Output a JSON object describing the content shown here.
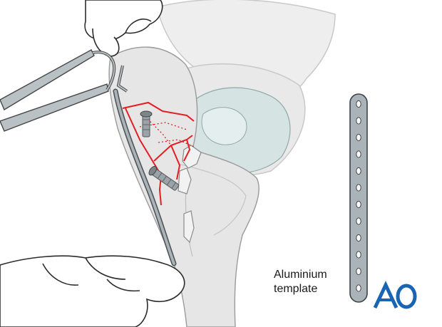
{
  "labels": {
    "template_line1": "Aluminium",
    "template_line2": "template"
  },
  "logo": {
    "text": "AO",
    "color": "#1a64b4"
  },
  "colors": {
    "fracture_lines": "#e31e24",
    "bone_fill": "#e6e6e6",
    "plate_fill": "#aab3b8",
    "soft_tissue": "#cfe0e0",
    "outline": "#3a3a3a"
  },
  "icons": [
    "forceps-icon",
    "screw-icon",
    "aluminium-template-icon",
    "hand-icon",
    "ao-logo-icon"
  ]
}
